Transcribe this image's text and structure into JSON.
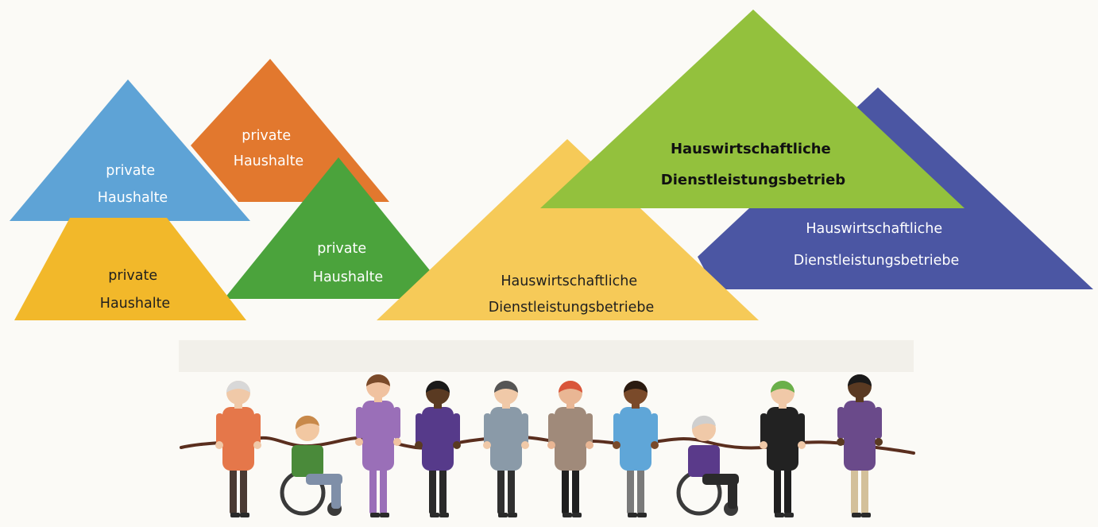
{
  "triangles": [
    {
      "id": "blue",
      "color": "#5ea3d6",
      "label_line1": "private",
      "label_line2": "Haushalte"
    },
    {
      "id": "orange",
      "color": "#e2782e",
      "label_line1": "private",
      "label_line2": "Haushalte"
    },
    {
      "id": "yellow",
      "color": "#f2b82a",
      "label_line1": "private",
      "label_line2": "Haushalte"
    },
    {
      "id": "green",
      "color": "#4ba33c",
      "label_line1": "private",
      "label_line2": "Haushalte"
    },
    {
      "id": "navy",
      "color": "#4b56a3",
      "label_line1": "Hauswirtschaftliche",
      "label_line2": "Dienstleistungsbetriebe"
    },
    {
      "id": "light-yellow",
      "color": "#f6ca58",
      "label_line1": "Hauswirtschaftliche",
      "label_line2": "Dienstleistungsbetriebe"
    },
    {
      "id": "lime",
      "color": "#93c13d",
      "label_line1": "Hauswirtschaftliche",
      "label_line2": "Dienstleistungsbetrieb"
    }
  ],
  "people": [
    {
      "name": "elderly-woman",
      "top": "#e5774a",
      "bottom": "#4a3a33",
      "skin": "#f0c9a8",
      "hair": "#d8d8d8"
    },
    {
      "name": "wheelchair-girl",
      "top": "#4a8a3a",
      "bottom": "#7f8fa8",
      "skin": "#f2c8a2",
      "hair": "#c8894a"
    },
    {
      "name": "woman-dress",
      "top": "#9a6fb8",
      "bottom": "#9a6fb8",
      "skin": "#f0c2a0",
      "hair": "#7a4a2a"
    },
    {
      "name": "man-cap",
      "top": "#563a8a",
      "bottom": "#2a2a2a",
      "skin": "#5a3a22",
      "hair": "#1a1a1a"
    },
    {
      "name": "blind-man",
      "top": "#8a9aa8",
      "bottom": "#2f2f2f",
      "skin": "#f0c9a8",
      "hair": "#555555"
    },
    {
      "name": "woman-hijab",
      "top": "#a08a7a",
      "bottom": "#1f1f1f",
      "skin": "#e9b694",
      "hair": "#d9553a"
    },
    {
      "name": "woman-child",
      "top": "#5fa6d8",
      "bottom": "#7a7a7a",
      "skin": "#7a4a2a",
      "hair": "#2a1a10"
    },
    {
      "name": "wheelchair-elder",
      "top": "#5a3a8a",
      "bottom": "#2a2a2a",
      "skin": "#f0c9a8",
      "hair": "#cfcfcf"
    },
    {
      "name": "punk",
      "top": "#222222",
      "bottom": "#1f1f1f",
      "skin": "#f0c9a8",
      "hair": "#6ab04a"
    },
    {
      "name": "man-afro",
      "top": "#6a4a8a",
      "bottom": "#d3c09a",
      "skin": "#5a3a22",
      "hair": "#1a1a1a"
    }
  ]
}
